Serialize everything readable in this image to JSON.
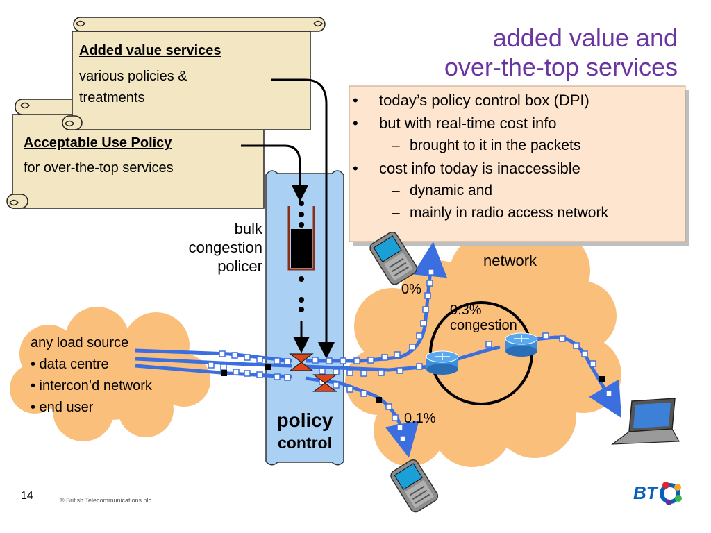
{
  "title": {
    "line1": "added value and",
    "line2": "over-the-top services"
  },
  "scrolls": {
    "added_value": {
      "heading": "Added value services",
      "lines": [
        "various policies  &",
        "treatments"
      ]
    },
    "aup": {
      "heading": "Acceptable Use Policy",
      "lines": [
        "for over-the-top services"
      ]
    }
  },
  "bullets": [
    {
      "marker": "•",
      "text": "today’s policy control box (DPI)"
    },
    {
      "marker": "•",
      "text": "but with real-time cost info"
    },
    {
      "marker": "–",
      "text": "brought to it in the packets"
    },
    {
      "marker": "•",
      "text": "cost info today is inaccessible"
    },
    {
      "marker": "–",
      "text": "dynamic and"
    },
    {
      "marker": "–",
      "text": "mainly in radio access network"
    }
  ],
  "policer_label": [
    "bulk",
    "congestion",
    "policer"
  ],
  "policy_control": {
    "line1": "policy",
    "line2": "control"
  },
  "load_source": {
    "heading": "any load source",
    "items": [
      "• data centre",
      "• intercon’d network",
      "• end user"
    ]
  },
  "network": {
    "label": "network",
    "congestion_value": "0.3%",
    "congestion_word": "congestion",
    "top_branch": "0%",
    "bottom_branch": "0.1%"
  },
  "footer": {
    "slide_number": "14",
    "copyright": "© British Telecommunications plc"
  },
  "logo": {
    "text": "BT",
    "icon": "bt-piper-icon"
  },
  "icons": [
    "mobile-phone-icon",
    "laptop-icon",
    "router-icon",
    "valve-icon",
    "scroll-icon"
  ],
  "colors": {
    "title": "#6a35a0",
    "parchment": "#f3e6c3",
    "cloud": "#fbbf7c",
    "policy_column": "#aad0f4",
    "bullet_box": "#fde5cf",
    "flow_line": "#3b6fe0",
    "valve": "#e0461e",
    "router": "#3d8fdc"
  }
}
